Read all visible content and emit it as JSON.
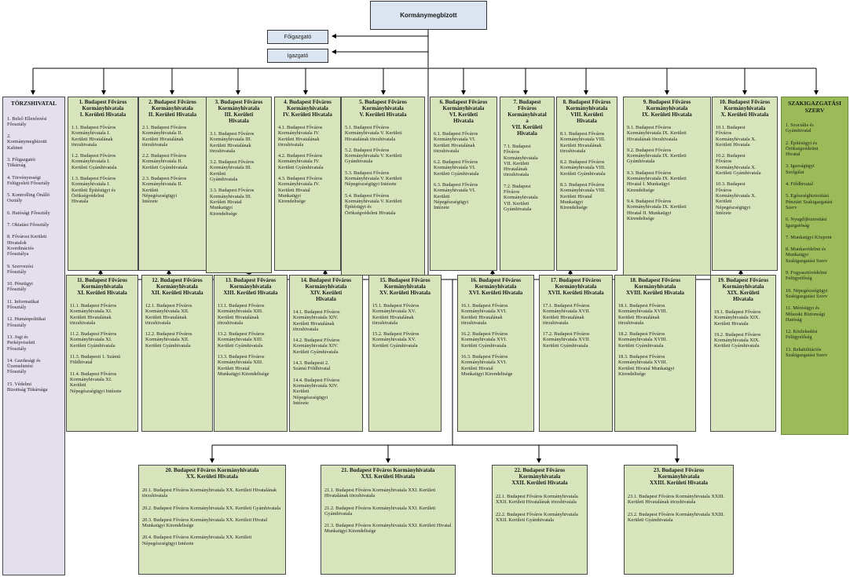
{
  "root": "Kormánymegbízott",
  "fofigazgato": "Főigazgató",
  "igazgato": "Igazgató",
  "torzshivatal": {
    "title": "TÖRZSHIVATAL",
    "items": [
      "1. Belső Ellenőrzési\nFőosztály",
      "2.\nKormánymegbízotti\nKabinet",
      "3. Főigazgatói\nTitkárság",
      "4. Törvényességi\nFelügyeleti Főosztály",
      "5. Kontrolling Önálló\nOsztály",
      "6. Hatósági Főosztály",
      "7. Oktatási Főosztály",
      "8. Fővárosi Kerületi\nHivatalok\nKoordinációs\nFőosztálya",
      "9. Szervezési\nFőosztály",
      "10. Pénzügyi\nFőosztály",
      "11. Informatikai\nFőosztály",
      "12. Humánpolitikai\nFőosztály",
      "13. Jogi és\nPerképviseleti\nFőosztály",
      "14. Gazdasági és\nÜzemeltetési\nFőosztály",
      "15. Védelmi\nBizottság Titkársága"
    ]
  },
  "szakigazgatasi": {
    "title": "SZAKIGAZGATÁSI\nSZERV",
    "items": [
      "1. Szociális és\nGyámhivatal",
      "2. Építésügyi és\nÖrökségvédelmi\nHivatal",
      "3. Igazságügyi\nSzolgálat",
      "4. Földhivatal",
      "5. Egészségbiztosítási\nPénztári Szakigazgatási\nSzerv",
      "6. Nyugdíjbiztosítási\nIgazgatóság",
      "7. Munkaügyi Központ",
      "8. Munkavédelmi és\nMunkaügyi\nSzakigazgatási Szerv",
      "9. Fogyasztóvédelmi\nFelügyelőség",
      "10. Népegészségügyi\nSzakigazgatási Szerv",
      "11. Mérésügyi és\nMűszaki Biztonsági\nHatóság",
      "12. Közlekedési\nFelügyelőség",
      "13. Rehabilitációs\nSzakigazgatási Szerv"
    ]
  },
  "row1": [
    {
      "title": "1. Budapest Főváros\nKormányhivatala\nI. Kerületi Hivatala",
      "items": [
        "1.1. Budapest Főváros\nKormányhivatala I.\nKerületi Hivatalának\ntörzshivatala",
        "1.2. Budapest Főváros\nKormányhivatala I.\nKerületi Gyámhivatala",
        "1.3. Budapest Főváros\nKormányhivatala I.\nKerületi Építésügyi és\nÖrökségvédelmi\nHivatala"
      ]
    },
    {
      "title": "2. Budapest Főváros\nKormányhivatala\nII. Kerületi Hivatala",
      "items": [
        "2.1. Budapest Főváros\nKormányhivatala II.\nKerületi Hivatalának\ntörzshivatala",
        "2.2. Budapest Főváros\nKormányhivatala II.\nKerületi Gyámhivatala",
        "2.3. Budapest Főváros\nKormányhivatala II.\nKerületi\nNépegészségügyi\nIntézete"
      ]
    },
    {
      "title": "3. Budapest Főváros\nKormányhivatala\nIII. Kerületi\nHivatala",
      "items": [
        "3.1. Budapest Főváros\nKormányhivatala III.\nKerületi Hivatalának\ntörzshivatala",
        "3.2. Budapest Főváros\nKormányhivatala III.\nKerületi\nGyámhivatala",
        "3.3. Budapest Főváros\nKormányhivatala III.\nKerületi Hivatal\nMunkaügyi\nKirendeltsége"
      ]
    },
    {
      "title": "4. Budapest Főváros\nKormányhivatala\nIV. Kerületi Hivatala",
      "items": [
        "4.1. Budapest Főváros\nKormányhivatala IV.\nKerületi Hivatalának\ntörzshivatala",
        "4.2. Budapest Főváros\nKormányhivatala IV.\nKerületi Gyámhivatala",
        "4.3. Budapest Főváros\nKormányhivatala IV.\nKerületi Hivatal\nMunkaügyi\nKirendeltsége"
      ]
    },
    {
      "title": "5. Budapest Főváros\nKormányhivatala\nV. Kerületi Hivatala",
      "items": [
        "5.1. Budapest Főváros\nKormányhivatala V. Kerületi\nHivatalának törzshivatala",
        "5.2. Budapest Főváros\nKormányhivatala V. Kerületi\nGyámhivatala",
        "5.3. Budapest Főváros\nKormányhivatala V. Kerületi\nNépegészségügyi Intézete",
        "5.4. Budapest Főváros\nKormányhivatala V. Kerületi\nÉpítésügyi és\nÖrökségvédelmi Hivatala"
      ]
    },
    {
      "title": "6. Budapest Főváros\nKormányhivatala\nVI. Kerületi\nHivatala",
      "items": [
        "6.1. Budapest Főváros\nKormányhivatala VI.\nKerületi Hivatalának\ntörzshivatala",
        "6.2. Budapest Főváros\nKormányhivatala VI.\nKerületi Gyámhivatala",
        "6.3. Budapest Főváros\nKormányhivatala VI.\nKerületi\nNépegészségügyi\nIntézete"
      ]
    },
    {
      "title": "7. Budapest\nFőváros\nKormányhivatal\na\nVII. Kerületi\nHivatala",
      "items": [
        "7.1. Budapest\nFőváros\nKormányhivatala\nVII. Kerületi\nHivatalának\ntörzshivatala",
        "7.2. Budapest\nFőváros\nKormányhivatala\nVII. Kerületi\nGyámhivatala"
      ]
    },
    {
      "title": "8. Budapest Főváros\nKormányhivatala\nVIII. Kerületi\nHivatala",
      "items": [
        "8.1. Budapest Főváros\nKormányhivatala VIII.\nKerületi Hivatalának\ntörzshivatala",
        "8.2. Budapest Főváros\nKormányhivatala VIII.\nKerületi Gyámhivatala",
        "8.3. Budapest Főváros\nKormányhivatala VIII.\nKerületi Hivatal\nMunkaügyi\nKirendeltsége"
      ]
    },
    {
      "title": "9. Budapest Főváros\nKormányhivatala\nIX. Kerületi Hivatala",
      "items": [
        "9.1. Budapest Főváros\nKormányhivatala IX. Kerületi\nHivatalának törzshivatala",
        "9.2. Budapest Főváros\nKormányhivatala IX. Kerületi\nGyámhivatala",
        "9.3. Budapest Főváros\nKormányhivatala IX. Kerületi\nHivatal I. Munkaügyi\nKirendeltsége",
        "9.4. Budapest Főváros\nKormányhivatala IX. Kerületi\nHivatal II. Munkaügyi\nKirendeltsége"
      ]
    },
    {
      "title": "10. Budapest Főváros\nKormányhivatala\nX. Kerületi Hivatala",
      "items": [
        "10.1. Budapest\nFőváros\nKormányhivatala X.\nKerületi Hivatala",
        "10.2. Budapest\nFőváros\nKormányhivatala X.\nKerületi Gyámhivatala",
        "10.3. Budapest\nFőváros\nKormányhivatala X.\nKerületi\nNépegészségügyi\nIntézete"
      ]
    }
  ],
  "row2": [
    {
      "title": "11. Budapest Főváros\nKormányhivatala\nXI. Kerületi Hivatala",
      "items": [
        "11.1. Budapest Főváros\nKormányhivatala XI.\nKerületi Hivatalának\ntörzshivatala",
        "11.2. Budapest Főváros\nKormányhivatala XI.\nKerületi Gyámhivatala",
        "11.3. Budapesti 1. Számú\nFöldhivatal",
        "11.4. Budapest Főváros\nKormányhivatala XI.\nKerületi\nNépegészségügyi Intézete"
      ]
    },
    {
      "title": "12. Budapest Főváros\nKormányhivatala\nXII. Kerületi Hivatala",
      "items": [
        "12.1. Budapest Főváros\nKormányhivatala XII.\nKerületi Hivatalának\ntörzshivatala",
        "12.2. Budapest Főváros\nKormányhivatala XII.\nKerületi Gyámhivatala"
      ]
    },
    {
      "title": "13. Budapest Főváros\nKormányhivatala\nXIII. Kerületi Hivatala",
      "items": [
        "13.1. Budapest Főváros\nKormányhivatala XIII.\nKerületi Hivatalának\ntörzshivatala",
        "13.2. Budapest Főváros\nKormányhivatala XIII.\nKerületi Gyámhivatala",
        "13.3. Budapest Főváros\nKormányhivatala XIII.\nKerületi Hivatal\nMunkaügyi Kirendeltsége"
      ]
    },
    {
      "title": "14. Budapest Főváros\nKormányhivatala\nXIV. Kerületi\nHivatala",
      "items": [
        "14.1. Budapest Főváros\nKormányhivatala XIV.\nKerületi Hivatalának\ntörzshivatala",
        "14.2. Budapest Főváros\nKormányhivatala XIV.\nKerületi Gyámhivatala",
        "14.3. Budapesti 2.\nSzámú Földhivatal",
        "14.4. Budapest Főváros\nKormányhivatala XIV.\nKerületi\nNépegészségügyi\nIntézete"
      ]
    },
    {
      "title": "15. Budapest Főváros\nKormányhivatala\nXV. Kerületi Hivatala",
      "items": [
        "15.1. Budapest Főváros\nKormányhivatala XV.\nKerületi Hivatalának\ntörzshivatala",
        "15.2. Budapest Főváros\nKormányhivatala XV.\nKerületi Gyámhivatala"
      ]
    },
    {
      "title": "16. Budapest Főváros\nKormányhivatala\nXVI. Kerületi Hivatala",
      "items": [
        "16.1. Budapest Főváros\nKormányhivatala XVI.\nKerületi Hivatalának\ntörzshivatala",
        "16.2. Budapest Főváros\nKormányhivatala XVI.\nKerületi Gyámhivatala",
        "16.3. Budapest Főváros\nKormányhivatala XVI.\nKerületi Hivatal\nMunkaügyi Kirendeltsége"
      ]
    },
    {
      "title": "17. Budapest Főváros\nKormányhivatala\nXVII. Kerületi Hivatala",
      "items": [
        "17.1. Budapest Főváros\nKormányhivatala XVII.\nKerületi Hivatalának\ntörzshivatala",
        "17.2. Budapest Főváros\nKormányhivatala XVII.\nKerületi Gyámhivatala"
      ]
    },
    {
      "title": "18. Budapest Főváros\nKormányhivatala\nXVIII. Kerületi Hivatala",
      "items": [
        "18.1. Budapest Főváros\nKormányhivatala XVIII.\nKerületi Hivatalának\ntörzshivatala",
        "18.2. Budapest Főváros\nKormányhivatala XVIII.\nKerületi Gyámhivatala",
        "18.3. Budapest Főváros\nKormányhivatala XVIII.\nKerületi Hivatal Munkaügyi\nKirendeltsége"
      ]
    },
    {
      "title": "19. Budapest Főváros\nKormányhivatala\nXIX. Kerületi\nHivatala",
      "items": [
        "19.1. Budapest Főváros\nKormányhivatala XIX.\nKerületi Hivatala",
        "19.2. Budapest Főváros\nKormányhivatala XIX.\nKerületi Gyámhivatala"
      ]
    }
  ],
  "row3": [
    {
      "title": "20. Budapest Főváros Kormányhivatala\nXX. Kerületi Hivatala",
      "items": [
        "20.1. Budapest Főváros Kormányhivatala XX. Kerületi Hivatalának törzshivatala",
        "20.2. Budapest Főváros Kormányhivatala XX. Kerületi Gyámhivatala",
        "20.3. Budapest Főváros Kormányhivatala XX. Kerületi Hivatal Munkaügyi Kirendeltsége",
        "20.4. Budapest Főváros Kormányhivatala XX. Kerületi Népegészségügyi Intézete"
      ]
    },
    {
      "title": "21. Budapest Főváros Kormányhivatala\nXXI. Kerületi Hivatala",
      "items": [
        "21.1. Budapest Főváros Kormányhivatala XXI. Kerületi Hivatalának törzshivatala",
        "21.2. Budapest Főváros Kormányhivatala XXI. Kerületi Gyámhivatala",
        "21.3. Budapest Főváros Kormányhivatala XXI. Kerületi Hivatal Munkaügyi Kirendeltsége"
      ]
    },
    {
      "title": "22. Budapest Főváros\nKormányhivatala\nXXII. Kerületi Hivatala",
      "items": [
        "22.1. Budapest Főváros Kormányhivatala XXII. Kerületi Hivatalának törzshivatala",
        "22.2. Budapest Főváros Kormányhivatala XXII. Kerületi Gyámhivatala"
      ]
    },
    {
      "title": "23. Budapest Főváros\nKormányhivatala\nXXIII. Kerületi Hivatala",
      "items": [
        "23.1. Budapest Főváros Kormányhivatala XXIII. Kerületi Hivatalának törzshivatala",
        "23.2. Budapest Főváros Kormányhivatala XXIII. Kerületi Gyámhivatala"
      ]
    }
  ]
}
